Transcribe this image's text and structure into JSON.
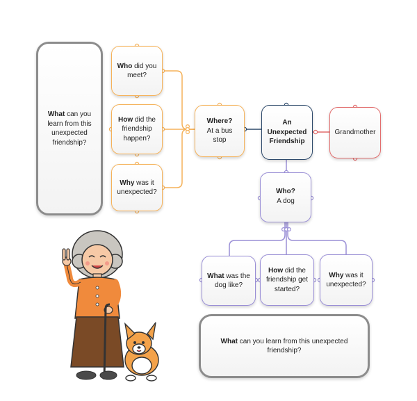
{
  "nodes": {
    "left_reflection": {
      "bold": "What",
      "rest": " can you learn from this unexpected friendship?"
    },
    "who_met": {
      "bold": "Who",
      "rest": " did you meet?"
    },
    "how_happen": {
      "bold": "How",
      "rest": " did the friendship happen?"
    },
    "why_unexpected": {
      "bold": "Why",
      "rest": " was it unexpected?"
    },
    "where": {
      "bold": "Where?",
      "rest": "At a bus stop"
    },
    "center": {
      "bold": "An Unexpected Friendship",
      "rest": ""
    },
    "grandmother": {
      "bold": "",
      "rest": "Grandmother"
    },
    "who_dog": {
      "bold": "Who?",
      "rest": "A dog"
    },
    "what_dog": {
      "bold": "What",
      "rest": " was the dog like?"
    },
    "how_started": {
      "bold": "How",
      "rest": " did the friendship get started?"
    },
    "why_dog": {
      "bold": "Why",
      "rest": " was it unexpected?"
    },
    "bottom_reflection": {
      "bold": "What",
      "rest": " can you learn from this unexpected friendship?"
    }
  },
  "colors": {
    "orange": "#f5b25a",
    "navy": "#2e4a6b",
    "red": "#e26d6d",
    "purple": "#9a8fd6",
    "gray": "#8c8c8c"
  },
  "illustration": {
    "subject": "grandmother-with-cane-and-corgi-dog"
  }
}
